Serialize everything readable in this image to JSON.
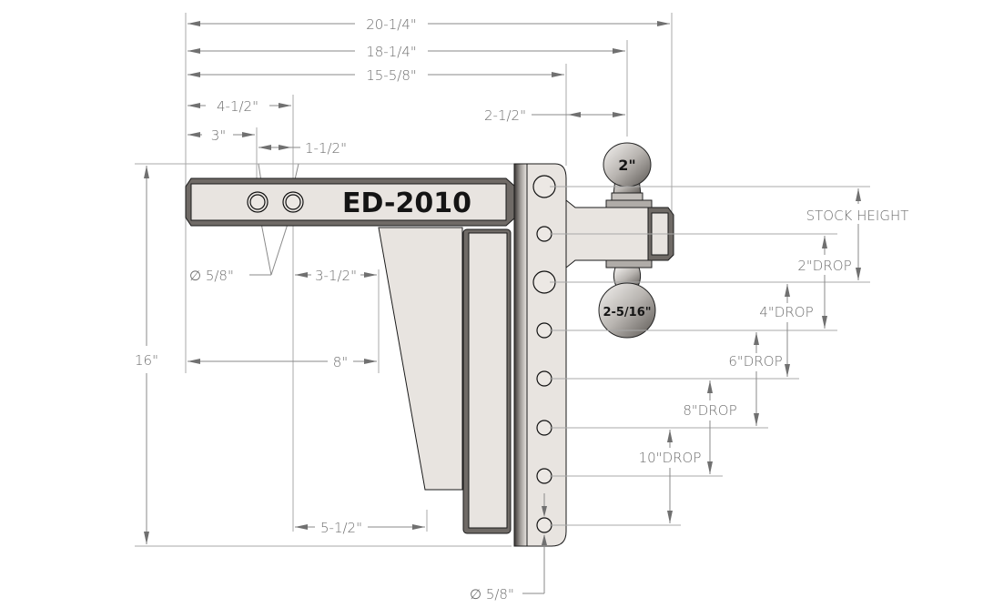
{
  "drawing": {
    "model_label": "ED-2010",
    "colors": {
      "part_fill": "#e8e4e0",
      "dimension_line": "#8a8a8a",
      "label_text": "#6e6e6e",
      "background": "#ffffff"
    },
    "dimensions": {
      "overall_length": "20-1/4\"",
      "to_ball_center": "18-1/4\"",
      "to_shank_face": "15-5/8\"",
      "to_second_hole": "4-1/2\"",
      "to_first_hole": "3\"",
      "hole_spacing": "1-1/2\"",
      "shank_hole_diameter": "∅ 5/8\"",
      "ball_offset": "2-1/2\"",
      "gusset_top_offset": "3-1/2\"",
      "gusset_length": "8\"",
      "gusset_bottom_offset": "5-1/2\"",
      "overall_height": "16\"",
      "receiver_hole_diameter": "∅ 5/8\""
    },
    "balls": {
      "top": "2\"",
      "bottom": "2-5/16\""
    },
    "drops": [
      {
        "label": "STOCK HEIGHT"
      },
      {
        "label": "2\"DROP"
      },
      {
        "label": "4\"DROP"
      },
      {
        "label": "6\"DROP"
      },
      {
        "label": "8\"DROP"
      },
      {
        "label": "10\"DROP"
      }
    ]
  }
}
